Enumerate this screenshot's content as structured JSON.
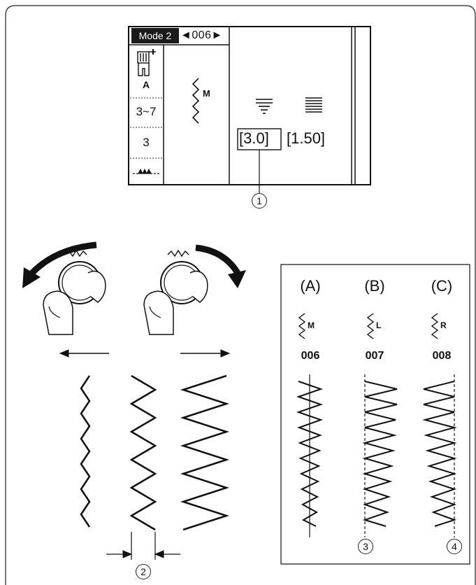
{
  "lcd": {
    "mode_label": "Mode 2",
    "pattern_number": "◄006►",
    "foot_letter": "A",
    "width_range": "3~7",
    "tension": "3",
    "stitch_letter": "M",
    "width_value": "[3.0]",
    "length_value": "[1.50]"
  },
  "callouts": {
    "c1": "1",
    "c2": "2",
    "c3": "3",
    "c4": "4"
  },
  "positions": [
    {
      "heading": "(A)",
      "letter": "M",
      "number": "006"
    },
    {
      "heading": "(B)",
      "letter": "L",
      "number": "007"
    },
    {
      "heading": "(C)",
      "letter": "R",
      "number": "008"
    }
  ]
}
